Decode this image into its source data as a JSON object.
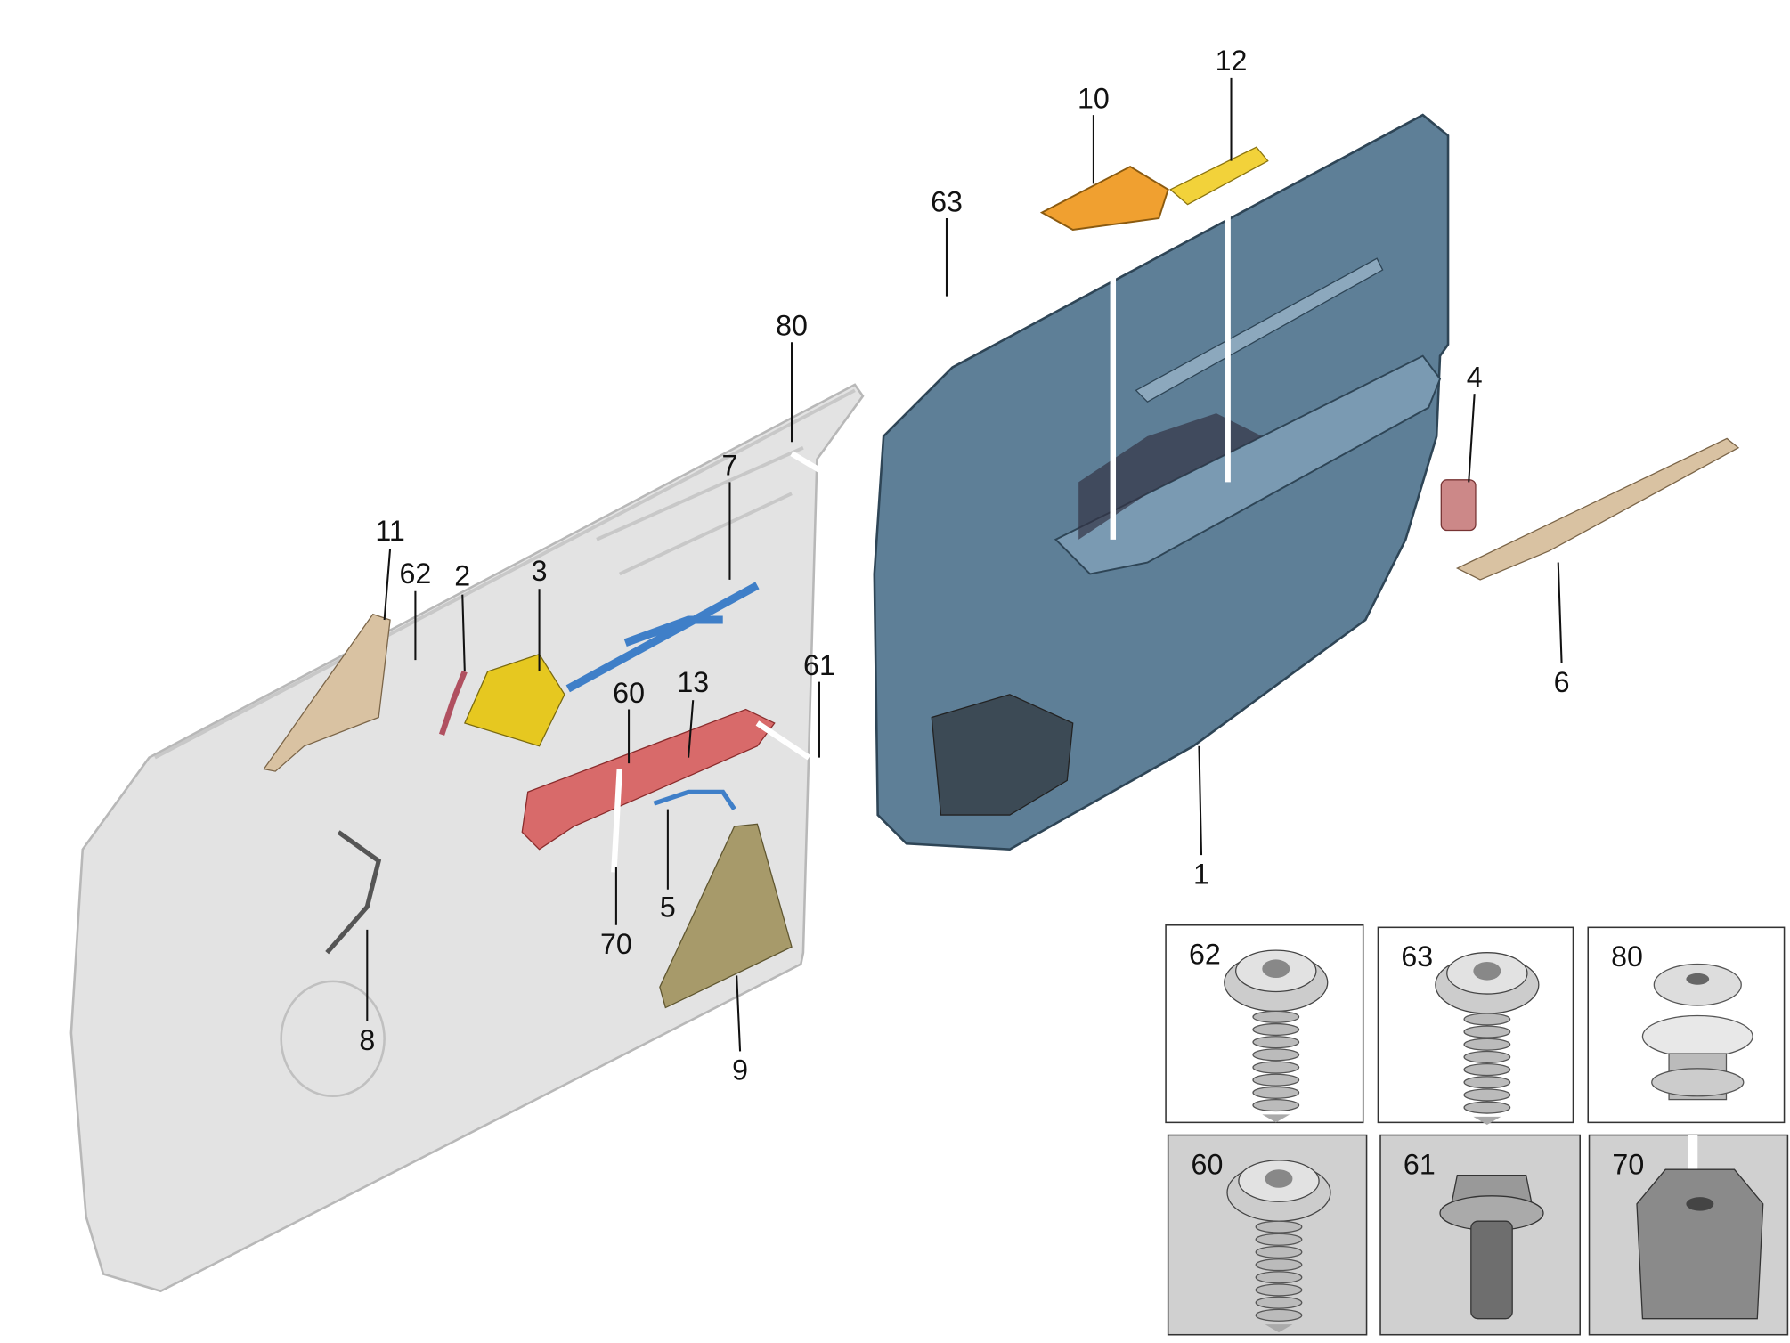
{
  "diagram": {
    "callouts": [
      "1",
      "2",
      "3",
      "4",
      "5",
      "6",
      "7",
      "8",
      "9",
      "10",
      "11",
      "12",
      "13",
      "60",
      "61",
      "62",
      "63",
      "70",
      "80"
    ],
    "detail_insets": [
      "62",
      "63",
      "80",
      "60",
      "61",
      "70"
    ]
  },
  "colors": {
    "door_shell": "#e3e3e3",
    "door_trim": "#5e7f97",
    "switch_panel": "#f0a030",
    "speaker_grille": "#f2d23a",
    "trim_strip": "#d9c2a2",
    "harness": "#3f7fc8",
    "insulation": "#d86a6a",
    "pad": "#a79a6a"
  }
}
